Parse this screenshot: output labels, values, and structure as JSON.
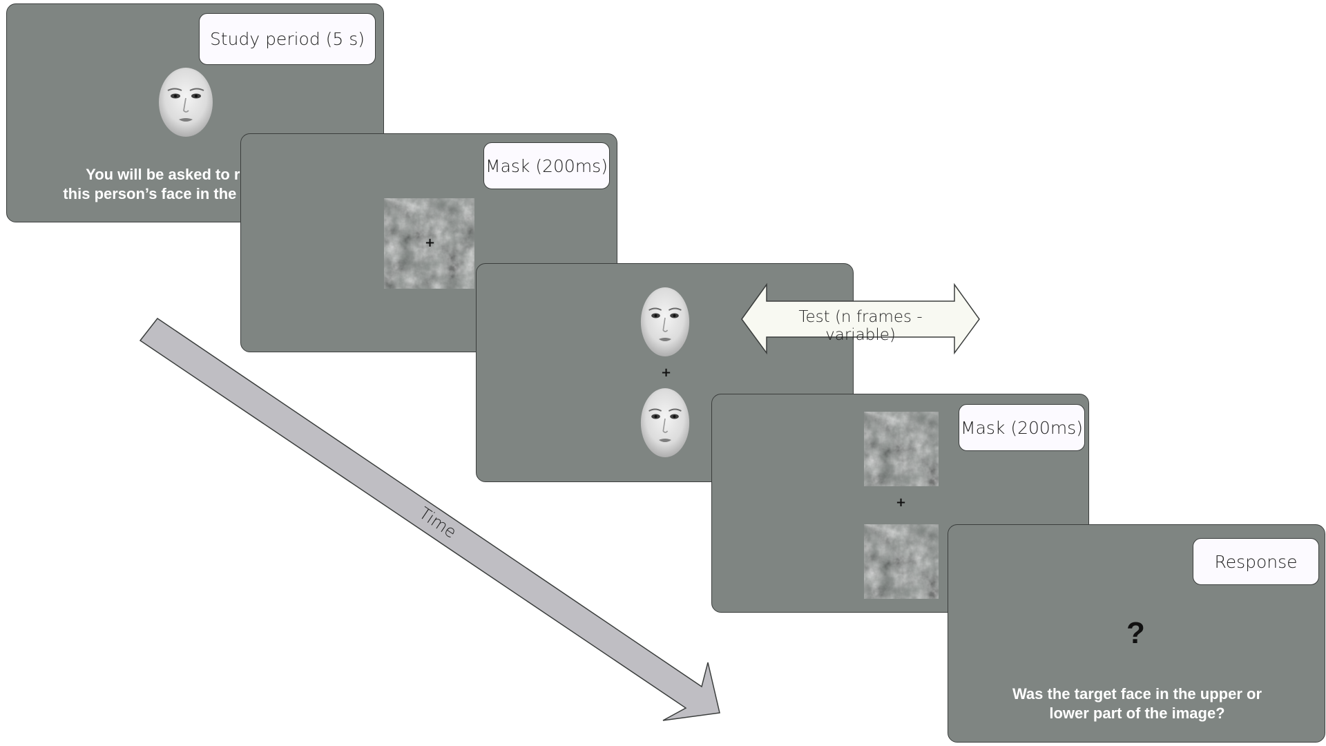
{
  "panels": {
    "study": {
      "label": "Study period (5 s)",
      "message_line1": "You will be asked to recognise",
      "message_line2": "this person’s face in the next display"
    },
    "mask1": {
      "label": "Mask (200ms)",
      "fixation": "+"
    },
    "test": {
      "label": "Test (n frames - variable)",
      "fixation": "+"
    },
    "mask2": {
      "label": "Mask (200ms)",
      "fixation": "+"
    },
    "response": {
      "label": "Response",
      "symbol": "?",
      "message_line1": "Was the target face in the upper or",
      "message_line2": "lower part of the image?"
    }
  },
  "time_arrow": {
    "label": "Time"
  },
  "colors": {
    "panel": "#7f8582",
    "label_box": "#fcfaff",
    "test_arrow": "#f8f9f2",
    "time_arrow": "#bfbec3"
  }
}
